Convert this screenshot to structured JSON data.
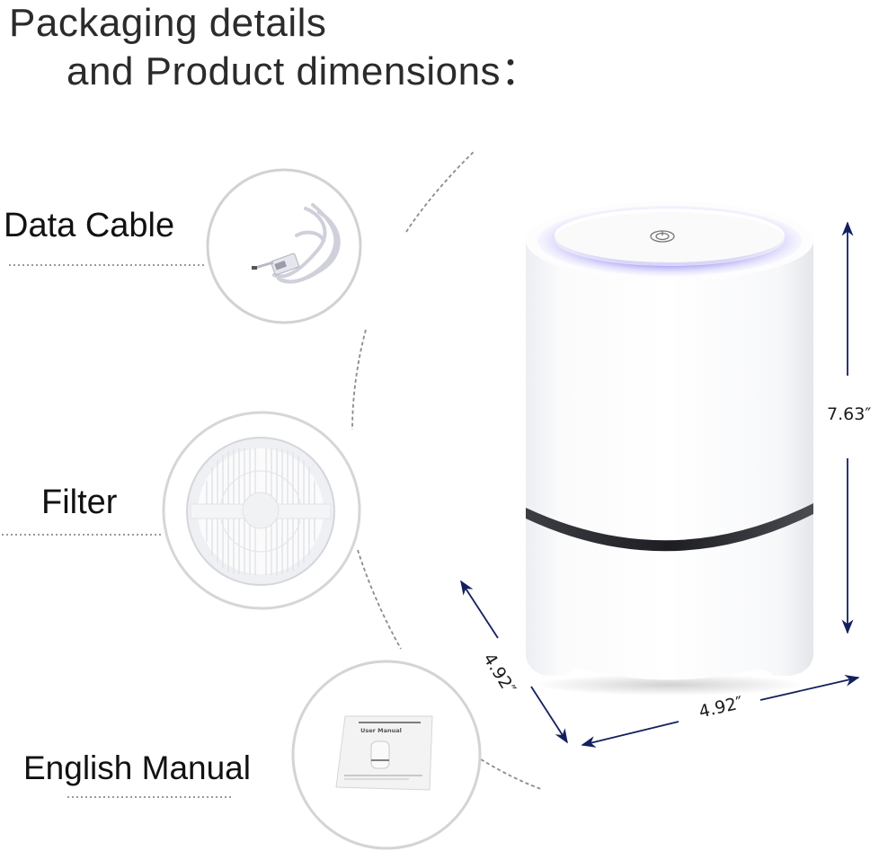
{
  "title": {
    "line1": "Packaging details",
    "line2": "and Product dimensions："
  },
  "accessories": [
    {
      "label": "Data Cable",
      "icon": "usb-cable-icon"
    },
    {
      "label": "Filter",
      "icon": "hepa-filter-icon"
    },
    {
      "label": "English Manual",
      "icon": "user-manual-icon",
      "manual_cover_text": "User Manual"
    }
  ],
  "product": {
    "name_icon": "air-purifier-icon",
    "button_icon": "power-icon",
    "colors": {
      "body": "#ffffff",
      "band": "#2e2f33",
      "glow": "#8c84f0",
      "arrow": "#13205e"
    }
  },
  "dimensions": {
    "height": "7.63″",
    "depth": "4.92″",
    "width": "4.92″"
  }
}
